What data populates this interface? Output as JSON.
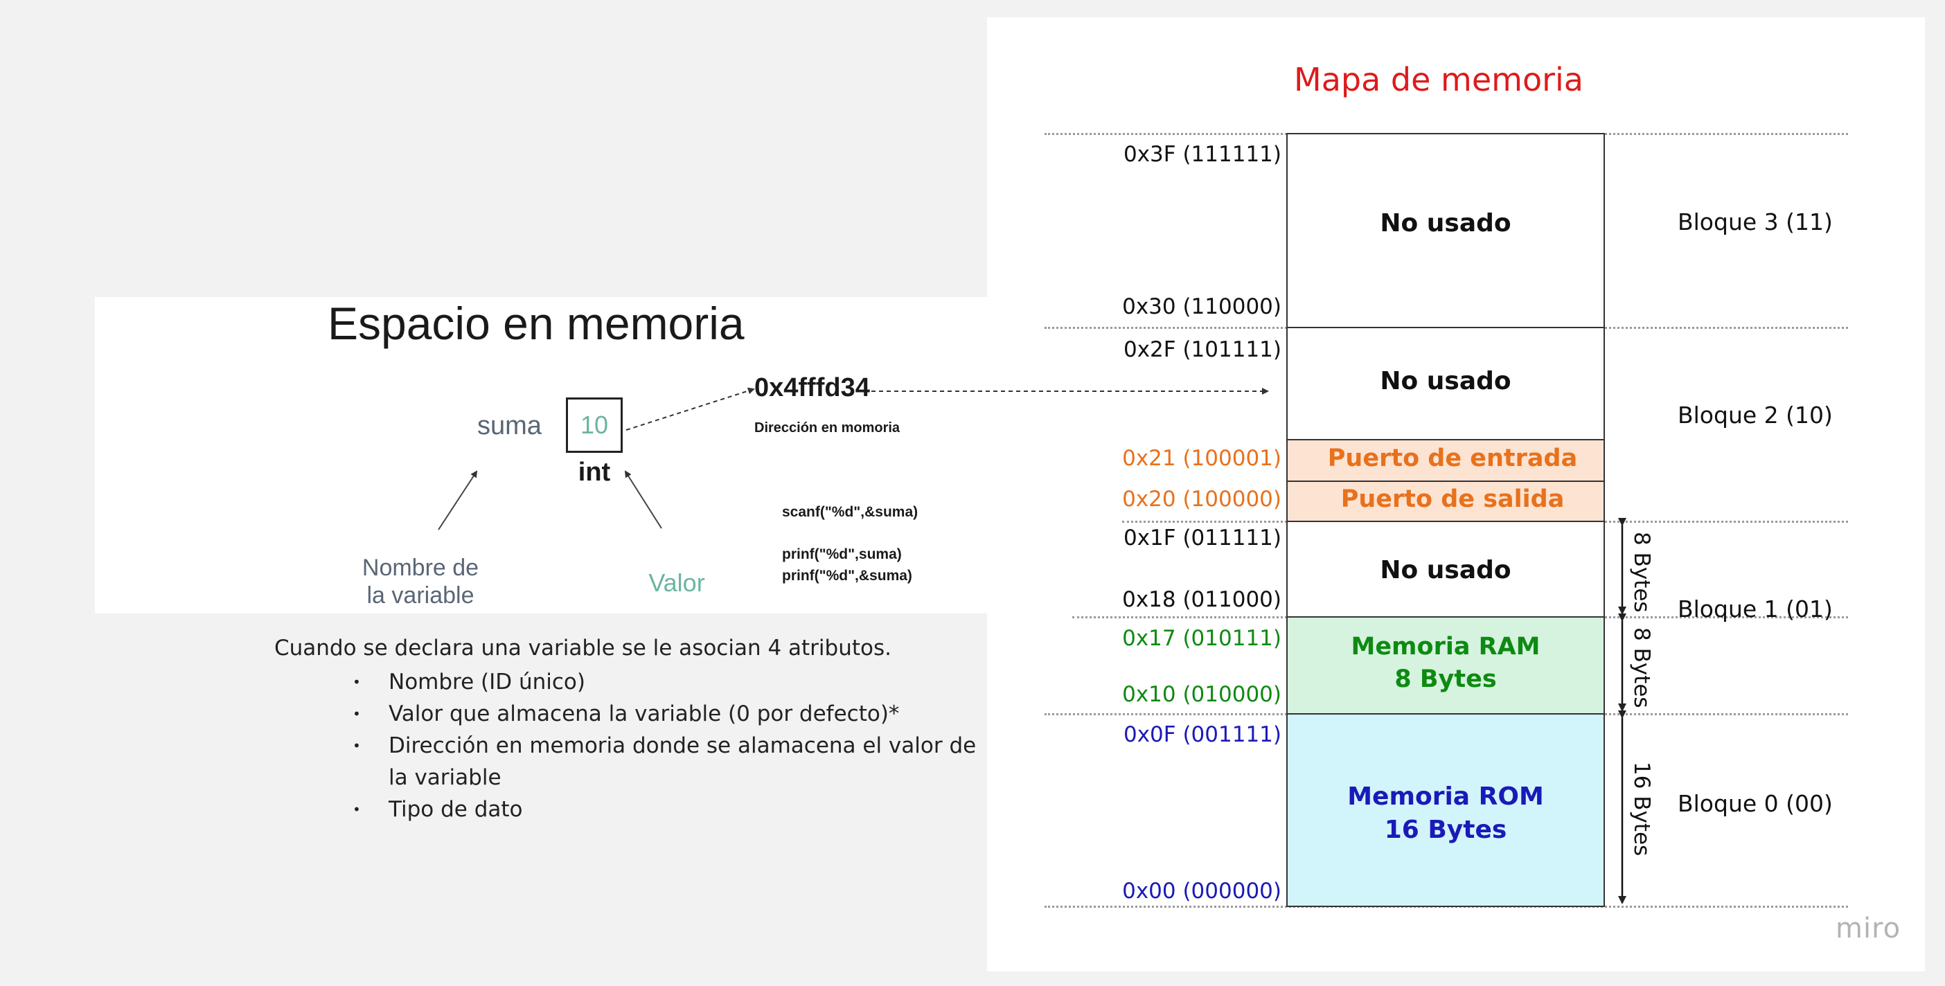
{
  "left": {
    "title": "Espacio en memoria",
    "variable_name": "suma",
    "variable_value": "10",
    "variable_type": "int",
    "address_value": "0x4fffd34",
    "address_caption": "Dirección en momoria",
    "label_name": "Nombre de la variable",
    "label_value": "Valor",
    "code": [
      "scanf(\"%d\",&suma)",
      "prinf(\"%d\",suma)",
      "prinf(\"%d\",&suma)"
    ]
  },
  "description": {
    "intro": "Cuando se declara una variable se le asocian 4 atributos.",
    "bullets": [
      "Nombre (ID único)",
      "Valor que almacena la variable (0 por defecto)*",
      "Dirección en memoria donde se alamacena el valor de la variable",
      "Tipo de dato"
    ]
  },
  "map": {
    "title": "Mapa de memoria",
    "cells": {
      "no_usado_3": "No usado",
      "no_usado_2": "No usado",
      "puerto_entrada": "Puerto de entrada",
      "puerto_salida": "Puerto de salida",
      "no_usado_1": "No usado",
      "ram_line1": "Memoria RAM",
      "ram_line2": "8 Bytes",
      "rom_line1": "Memoria ROM",
      "rom_line2": "16 Bytes"
    },
    "addresses": {
      "a3f": "0x3F (111111)",
      "a30": "0x30 (110000)",
      "a2f": "0x2F (101111)",
      "a21": "0x21 (100001)",
      "a20": "0x20 (100000)",
      "a1f": "0x1F (011111)",
      "a18": "0x18 (011000)",
      "a17": "0x17 (010111)",
      "a10": "0x10 (010000)",
      "a0f": "0x0F (001111)",
      "a00": "0x00 (000000)"
    },
    "blocks": {
      "b3": "Bloque 3 (11)",
      "b2": "Bloque 2 (10)",
      "b1": "Bloque 1 (01)",
      "b0": "Bloque 0 (00)"
    },
    "size_labels": {
      "s1": "8 Bytes",
      "s2": "8 Bytes",
      "s3": "16 Bytes"
    },
    "colors": {
      "title": "#dd1b1b",
      "port": "#e8711c",
      "port_fill": "#fde3d2",
      "ram": "#0e8a12",
      "ram_fill": "#d6f3df",
      "rom": "#1a1ab8",
      "rom_fill": "#d2f4fb"
    }
  },
  "logo": "miro"
}
